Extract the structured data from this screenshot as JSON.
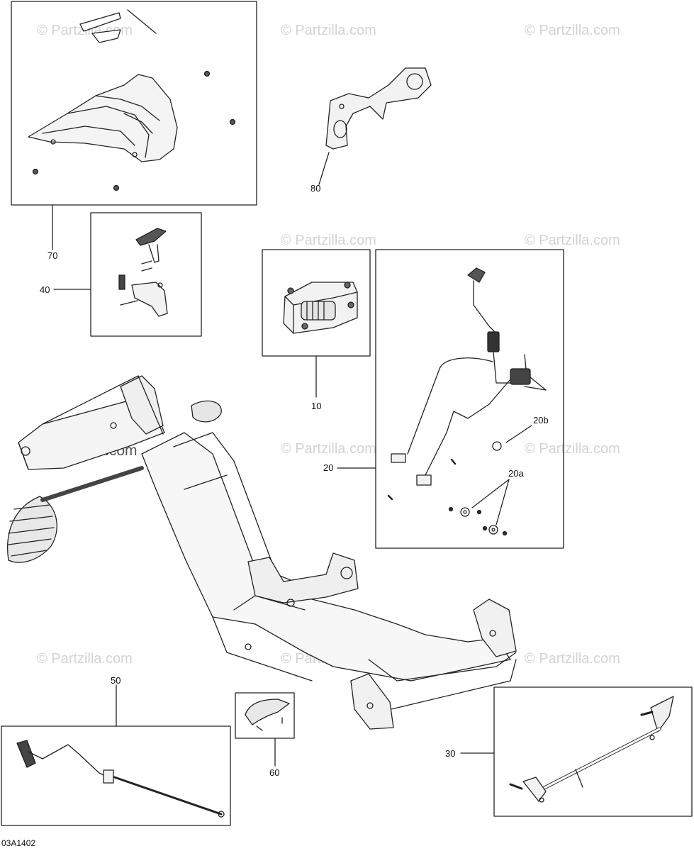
{
  "watermark": "© Partzilla.com",
  "drawing_id": "03A1402",
  "callouts": {
    "c70": "70",
    "c40": "40",
    "c80": "80",
    "c10": "10",
    "c20": "20",
    "c20a": "20a",
    "c20b": "20b",
    "c50": "50",
    "c60": "60",
    "c30": "30"
  }
}
